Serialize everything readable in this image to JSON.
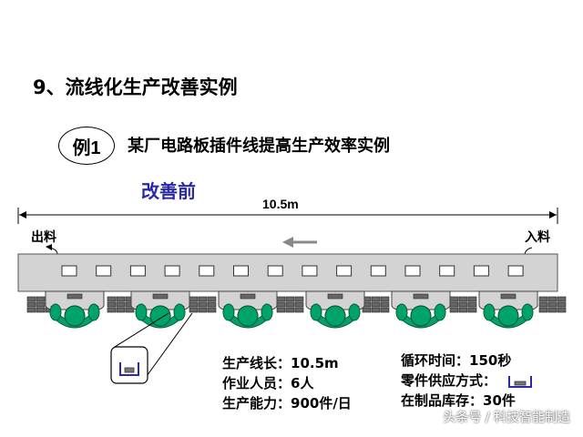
{
  "heading": "9、流线化生产改善实例",
  "example": {
    "badge": "例1",
    "title": "某厂电路板插件线提高生产效率实例"
  },
  "state_label": "改善前",
  "line": {
    "length_label": "10.5m",
    "outlet_label": "出料",
    "inlet_label": "入料",
    "flow_direction": "right-to-left",
    "work_slots_on_conveyor": 14,
    "operators": 6,
    "colors": {
      "conveyor": "#d3d3d3",
      "worker": "#00a36a",
      "arrow": "#888888"
    }
  },
  "info_left": [
    {
      "label": "生产线长：",
      "value": "10.5m"
    },
    {
      "label": "作业人员：",
      "value": "6人"
    },
    {
      "label": "生产能力：",
      "value": "900件/日"
    }
  ],
  "info_right": [
    {
      "label": "循环时间：",
      "value": "150秒"
    },
    {
      "label": "零件供应方式：",
      "value": ""
    },
    {
      "label": "在制品库存：",
      "value": "30件"
    }
  ],
  "watermark": "头条号 / 科技智能制造"
}
